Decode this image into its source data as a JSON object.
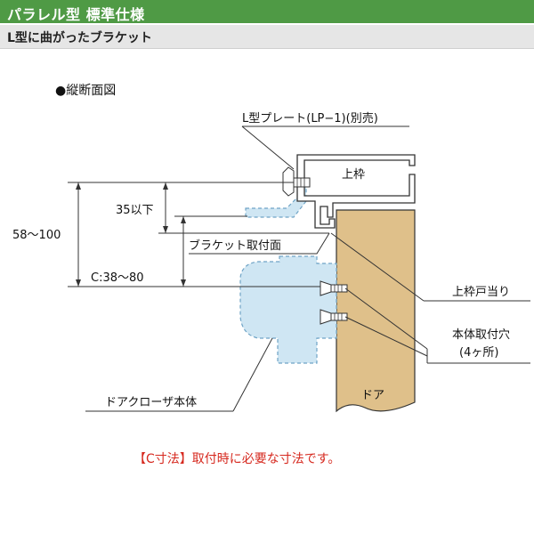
{
  "header": {
    "title": "パラレル型 標準仕様"
  },
  "subheader": {
    "title": "L型に曲がったブラケット"
  },
  "diagram": {
    "section_title": "●縦断面図",
    "labels": {
      "plate": "L型プレート(LP−1)(別売)",
      "top_frame": "上枠",
      "dim_35": "35以下",
      "dim_58_100": "58〜100",
      "bracket_face": "ブラケット取付面",
      "dim_c": "C:38〜80",
      "frame_stop": "上枠戸当り",
      "mount_hole_1": "本体取付穴",
      "mount_hole_2": "(4ヶ所)",
      "closer_body": "ドアクローザ本体",
      "door": "ドア"
    },
    "note": "【C寸法】取付時に必要な寸法です。"
  },
  "colors": {
    "header": "#4f9a45",
    "door": "#dfc08a",
    "closer": "#cfe6f3",
    "note": "#d6281e"
  }
}
